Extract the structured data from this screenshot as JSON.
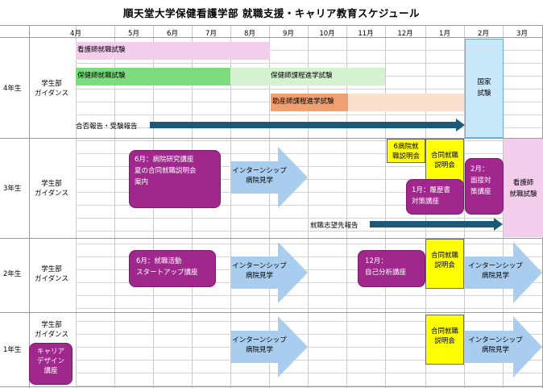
{
  "title": "順天堂大学保健看護学部 就職支援・キャリア教育スケジュール",
  "months": [
    "4月",
    "5月",
    "6月",
    "7月",
    "8月",
    "9月",
    "10月",
    "11月",
    "12月",
    "1月",
    "2月",
    "3月"
  ],
  "years": {
    "y4": "4年生",
    "y3": "3年生",
    "y2": "2年生",
    "y1": "1年生"
  },
  "guidance": "学生部\nガイダンス",
  "row4": {
    "nurse_exam": "看護師就職試験",
    "phn_exam": "保健師就職試験",
    "phn_course_exam": "保健師課程進学試験",
    "midwife_course_exam": "助産師課程進学試験",
    "national_exam": "国家\n試験",
    "report": "合否報告・受験報告"
  },
  "row3": {
    "june_event": "6月：病院研究講座\n夏の合同就職説明会\n案内",
    "internship": "インターンシップ\n病院見学",
    "dec_event": "6病院就\n職説明会",
    "joint_session": "合同就職\n説明会",
    "jan_event": "1月：履歴書\n対策講座",
    "feb_event": "2月：\n面接対\n策講座",
    "nurse_exam": "看護師\n就職試験",
    "report": "就職志望先報告"
  },
  "row2": {
    "june_event": "6月：就職活動\nスタートアップ講座",
    "internship": "インターンシップ\n病院見学",
    "dec_event": "12月：\n自己分析講座",
    "joint_session": "合同就職\n説明会",
    "internship2": "インターンシップ\n病院見学"
  },
  "row1": {
    "career_design": "キャリア\nデザイン\n講座",
    "internship": "インターンシップ\n病院見学",
    "joint_session": "合同就職\n説明会",
    "internship2": "インターンシップ\n病院見学"
  },
  "colors": {
    "pink": "#f2cdec",
    "green": "#7ddc7d",
    "light_green": "#d4f2d0",
    "orange": "#f0a070",
    "light_orange": "#fbe0d0",
    "light_blue": "#c8e8fa",
    "purple": "#a0288c",
    "yellow": "#ffff00",
    "dark_teal": "#1a5a78",
    "arrow_blue": "#a8cdee"
  }
}
